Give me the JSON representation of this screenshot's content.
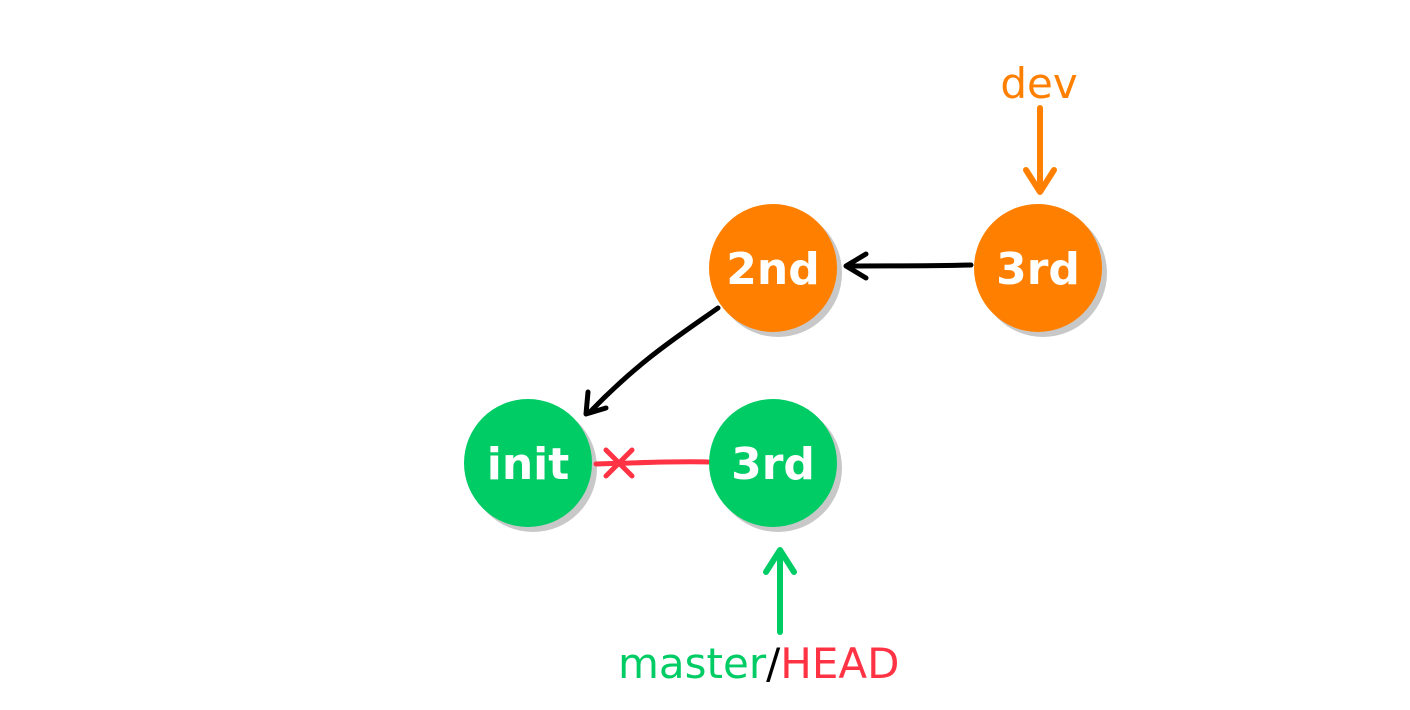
{
  "colors": {
    "dev": "#ff8000",
    "master": "#00cc66",
    "head": "#ff3344",
    "edge": "#000000",
    "removed_edge": "#ff3344",
    "shadow": "#c8c8c8",
    "slash": "#000000"
  },
  "nodes": {
    "dev_2nd": {
      "label": "2nd"
    },
    "dev_3rd": {
      "label": "3rd"
    },
    "init": {
      "label": "init"
    },
    "master_3rd": {
      "label": "3rd"
    }
  },
  "refs": {
    "dev": "dev",
    "master": "master",
    "separator": "/",
    "head": "HEAD"
  },
  "edges": [
    {
      "from": "dev_3rd",
      "to": "dev_2nd",
      "kind": "parent"
    },
    {
      "from": "dev_2nd",
      "to": "init",
      "kind": "parent"
    },
    {
      "from": "master_3rd",
      "to": "init",
      "kind": "removed-parent"
    }
  ]
}
